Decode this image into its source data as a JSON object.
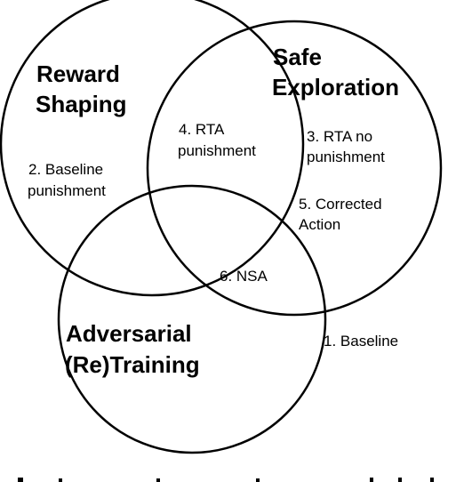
{
  "sets": {
    "reward_shaping": {
      "line1": "Reward",
      "line2": "Shaping"
    },
    "safe_exploration": {
      "line1": "Safe",
      "line2": "Exploration"
    },
    "adversarial_training": {
      "line1": "Adversarial",
      "line2": "(Re)Training"
    }
  },
  "regions": {
    "baseline_punishment": {
      "line1": "2. Baseline",
      "line2": "punishment"
    },
    "rta_punishment": {
      "line1": "4. RTA",
      "line2": "punishment"
    },
    "rta_no_punishment": {
      "line1": "3. RTA no",
      "line2": "punishment"
    },
    "corrected_action": {
      "line1": "5. Corrected",
      "line2": "Action"
    },
    "nsa": {
      "line1": "6. NSA"
    },
    "baseline": {
      "line1": "1. Baseline"
    }
  },
  "colors": {
    "stroke": "#000000",
    "background": "#ffffff"
  }
}
